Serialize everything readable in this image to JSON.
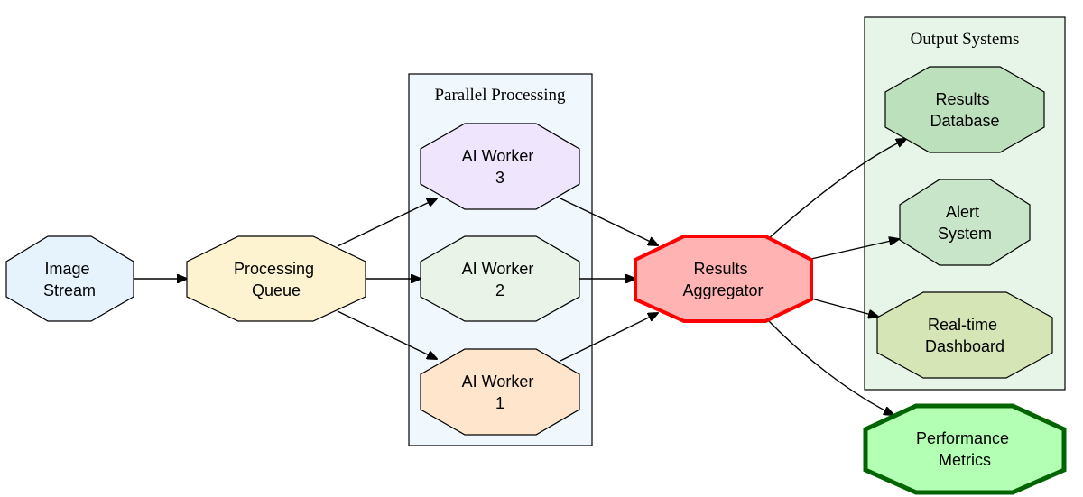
{
  "clusters": {
    "parallel": {
      "label": "Parallel Processing",
      "fill": "#f0f7fd"
    },
    "output": {
      "label": "Output Systems",
      "fill": "#e6f5e7"
    }
  },
  "nodes": {
    "image_stream": {
      "line1": "Image",
      "line2": "Stream",
      "fill": "#e6f2fc"
    },
    "processing_queue": {
      "line1": "Processing",
      "line2": "Queue",
      "fill": "#fef3d0"
    },
    "worker_3": {
      "line1": "AI Worker",
      "line2": "3",
      "fill": "#efe5fd"
    },
    "worker_2": {
      "line1": "AI Worker",
      "line2": "2",
      "fill": "#e9f3e8"
    },
    "worker_1": {
      "line1": "AI Worker",
      "line2": "1",
      "fill": "#fee5cc"
    },
    "results_aggregator": {
      "line1": "Results",
      "line2": "Aggregator",
      "fill": "#ffb3b3",
      "border": "#ff0000"
    },
    "results_database": {
      "line1": "Results",
      "line2": "Database",
      "fill": "#bde0bc"
    },
    "alert_system": {
      "line1": "Alert",
      "line2": "System",
      "fill": "#c9e5c9"
    },
    "realtime_dashboard": {
      "line1": "Real-time",
      "line2": "Dashboard",
      "fill": "#d5e5b5"
    },
    "performance_metrics": {
      "line1": "Performance",
      "line2": "Metrics",
      "fill": "#b3ffb3",
      "border": "#006400"
    }
  },
  "edges": [
    {
      "from": "image_stream",
      "to": "processing_queue"
    },
    {
      "from": "processing_queue",
      "to": "worker_3"
    },
    {
      "from": "processing_queue",
      "to": "worker_2"
    },
    {
      "from": "processing_queue",
      "to": "worker_1"
    },
    {
      "from": "worker_3",
      "to": "results_aggregator"
    },
    {
      "from": "worker_2",
      "to": "results_aggregator"
    },
    {
      "from": "worker_1",
      "to": "results_aggregator"
    },
    {
      "from": "results_aggregator",
      "to": "results_database"
    },
    {
      "from": "results_aggregator",
      "to": "alert_system"
    },
    {
      "from": "results_aggregator",
      "to": "realtime_dashboard"
    },
    {
      "from": "results_aggregator",
      "to": "performance_metrics"
    }
  ]
}
